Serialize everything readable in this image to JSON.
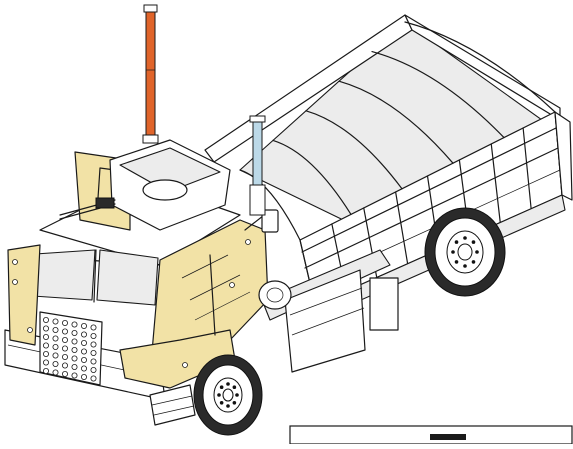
{
  "diagram": {
    "colors": {
      "armor": "#f2e2a6",
      "antenna_primary": "#e0642a",
      "antenna_secondary": "#bcd9e8",
      "line": "#1a1a1a",
      "background": "#ffffff"
    },
    "components": [
      "cab",
      "armor-kit",
      "weapon-station",
      "cargo-bed",
      "cargo-side-rails",
      "tarp-bows",
      "front-wheel",
      "rear-wheel",
      "primary-antenna",
      "secondary-antenna",
      "front-grille",
      "side-mirror"
    ],
    "legend_box": {
      "visible": true,
      "text": ""
    }
  }
}
